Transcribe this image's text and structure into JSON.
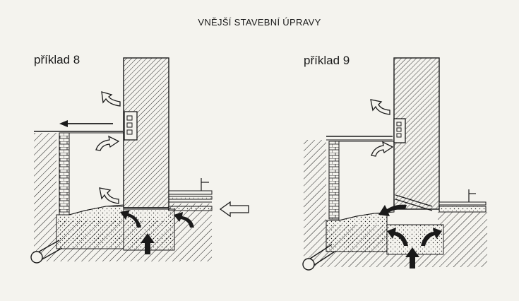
{
  "title": "VNĚJŠÍ STAVEBNÍ ÚPRAVY",
  "examples": [
    {
      "label": "příklad 8"
    },
    {
      "label": "příklad 9"
    }
  ],
  "colors": {
    "ink": "#1a1a1a",
    "paper": "#f4f3ee"
  }
}
